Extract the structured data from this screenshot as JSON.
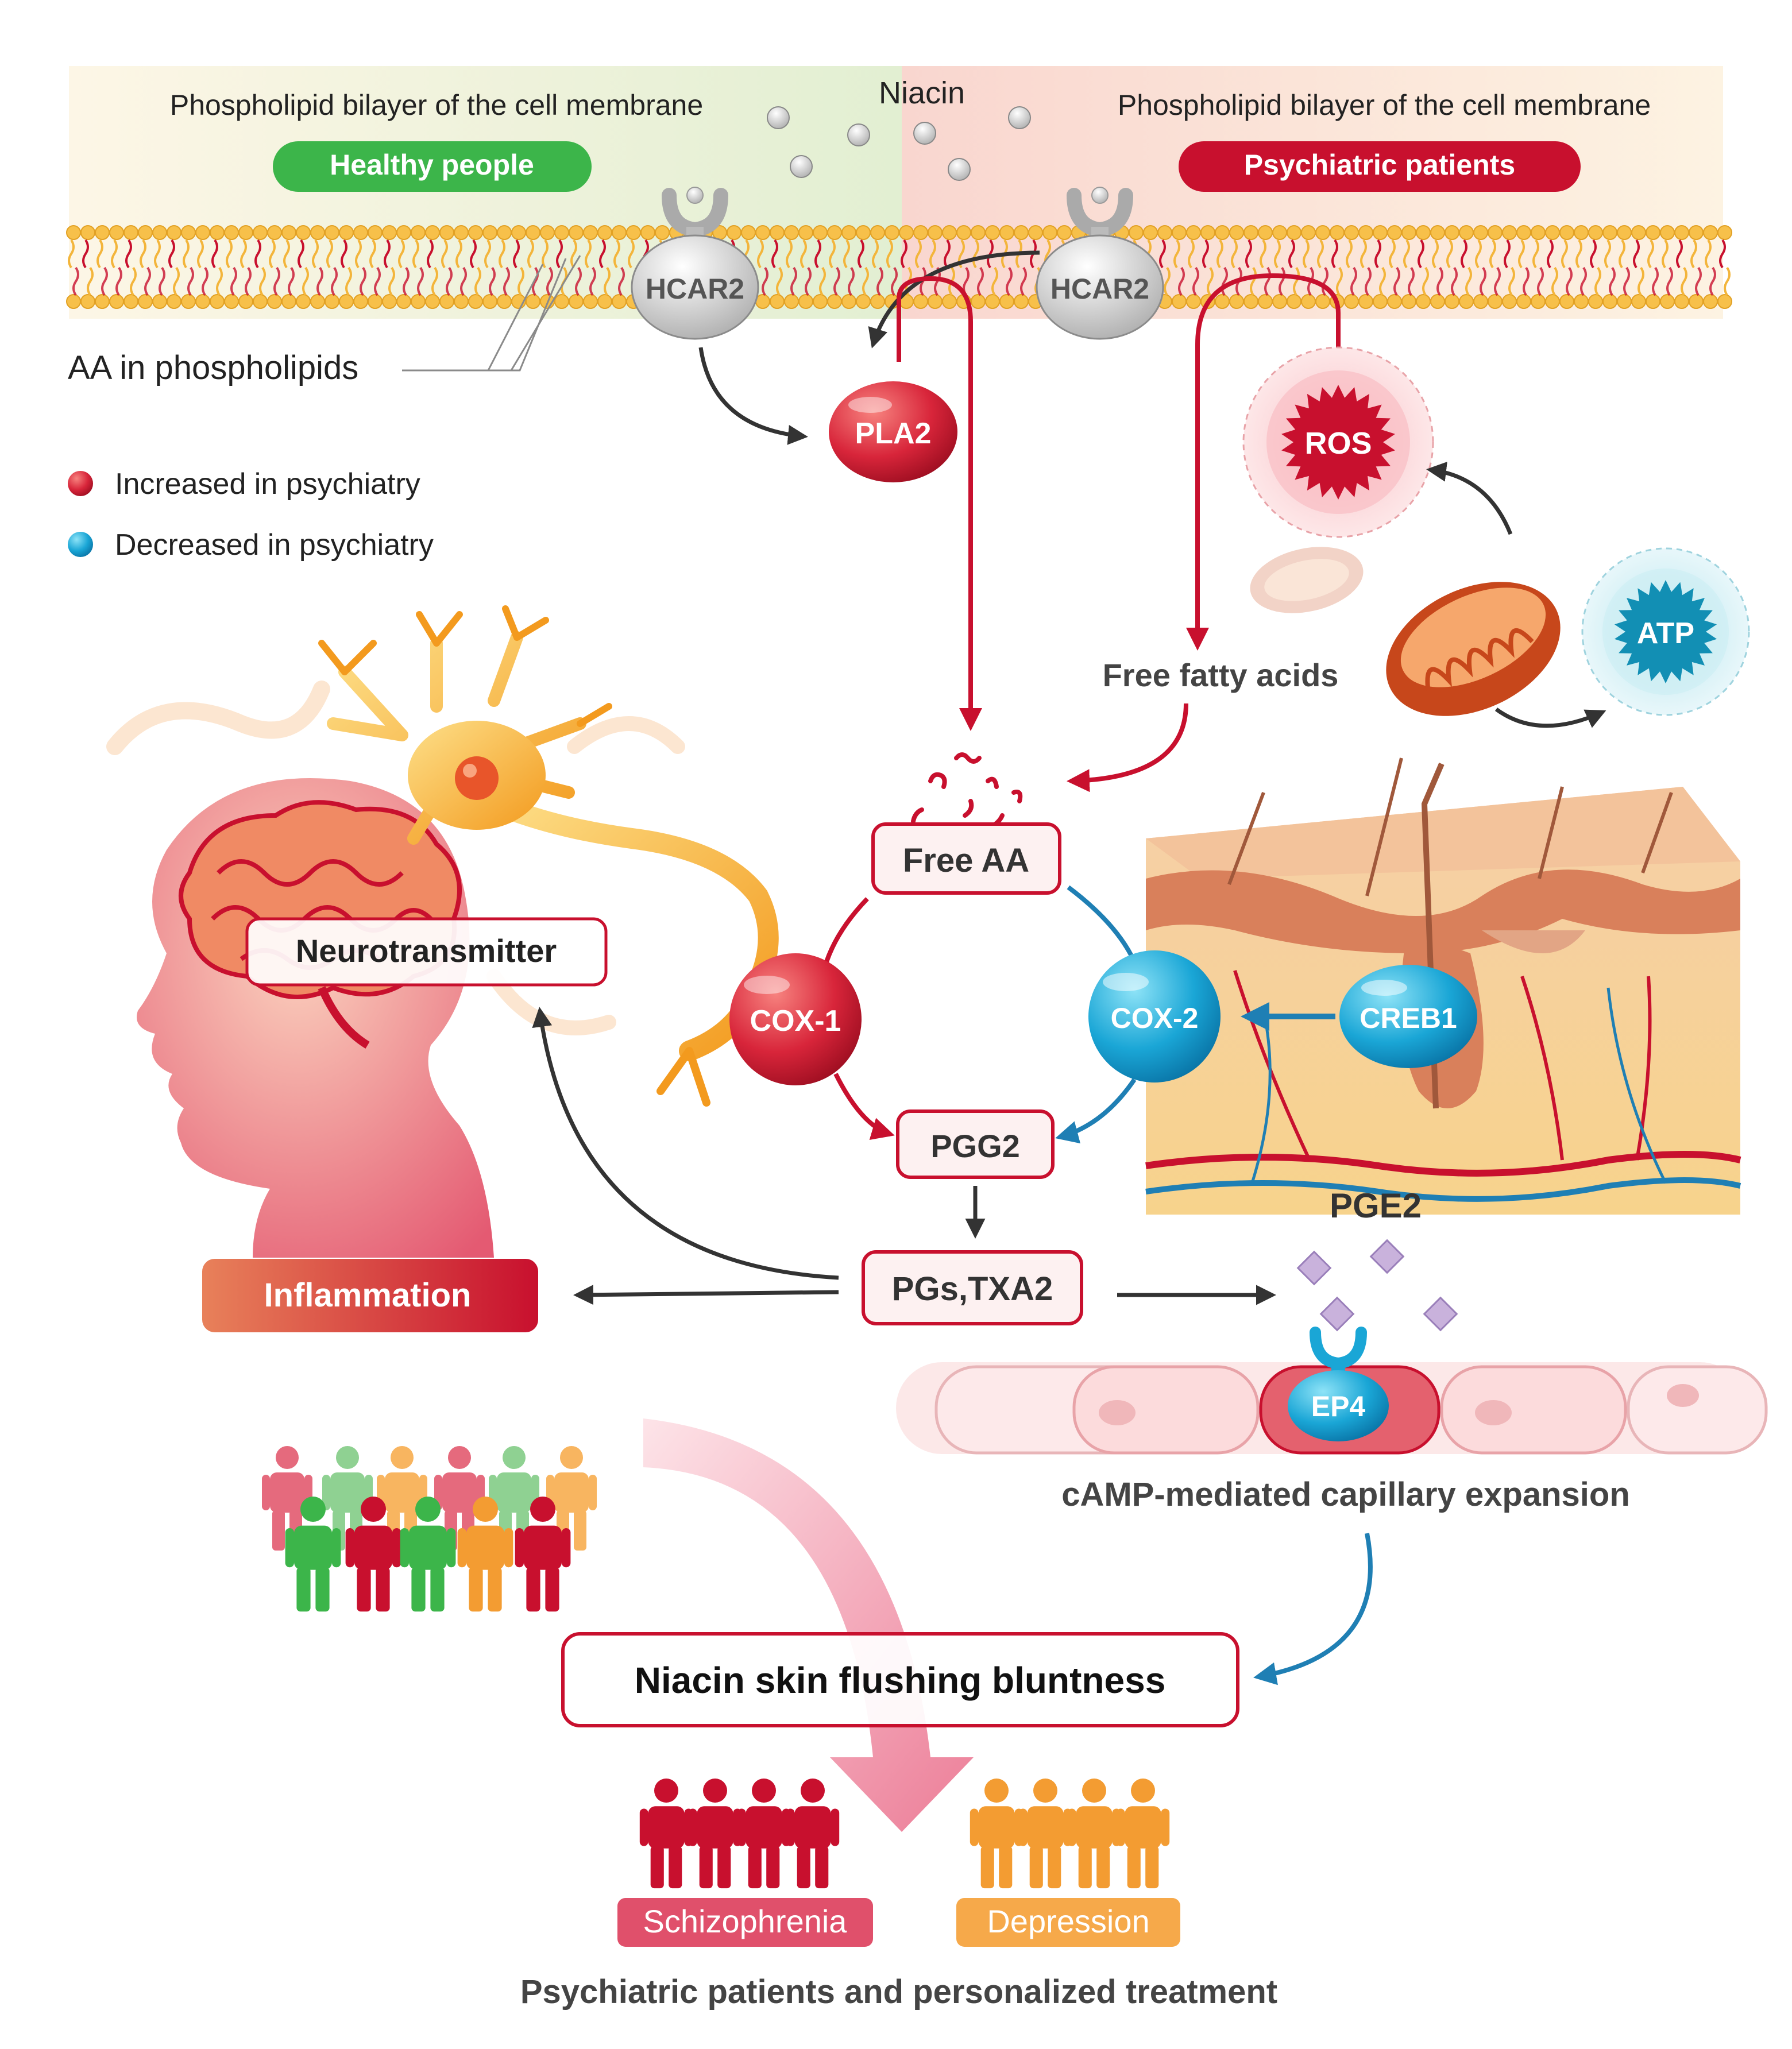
{
  "membrane": {
    "label_left": "Phospholipid bilayer of the cell membrane",
    "label_right": "Phospholipid bilayer of the cell membrane",
    "niacin": "Niacin",
    "healthy_badge": "Healthy people",
    "psych_badge": "Psychiatric patients",
    "receptor_left": "HCAR2",
    "receptor_right": "HCAR2",
    "aa_label": "AA in phospholipids"
  },
  "legend": {
    "increased": "Increased in psychiatry",
    "decreased": "Decreased in psychiatry",
    "increased_color": "#d8253a",
    "decreased_color": "#1aa6d6"
  },
  "nodes": {
    "pla2": "PLA2",
    "ros": "ROS",
    "atp": "ATP",
    "free_fatty_acids": "Free fatty acids",
    "free_aa": "Free AA",
    "cox1": "COX-1",
    "cox2": "COX-2",
    "creb1": "CREB1",
    "pgg2": "PGG2",
    "pgs_txa2": "PGs,TXA2",
    "pge2": "PGE2",
    "ep4": "EP4",
    "neurotransmitter": "Neurotransmitter",
    "inflammation": "Inflammation",
    "camp": "cAMP-mediated capillary expansion",
    "flushing": "Niacin skin flushing bluntness",
    "schizophrenia": "Schizophrenia",
    "depression": "Depression",
    "footer": "Psychiatric patients and personalized treatment"
  },
  "colors": {
    "red": "#c8102e",
    "blue": "#1f7fb4",
    "green": "#3cb54a",
    "orange": "#f39c32",
    "dark": "#333333"
  }
}
